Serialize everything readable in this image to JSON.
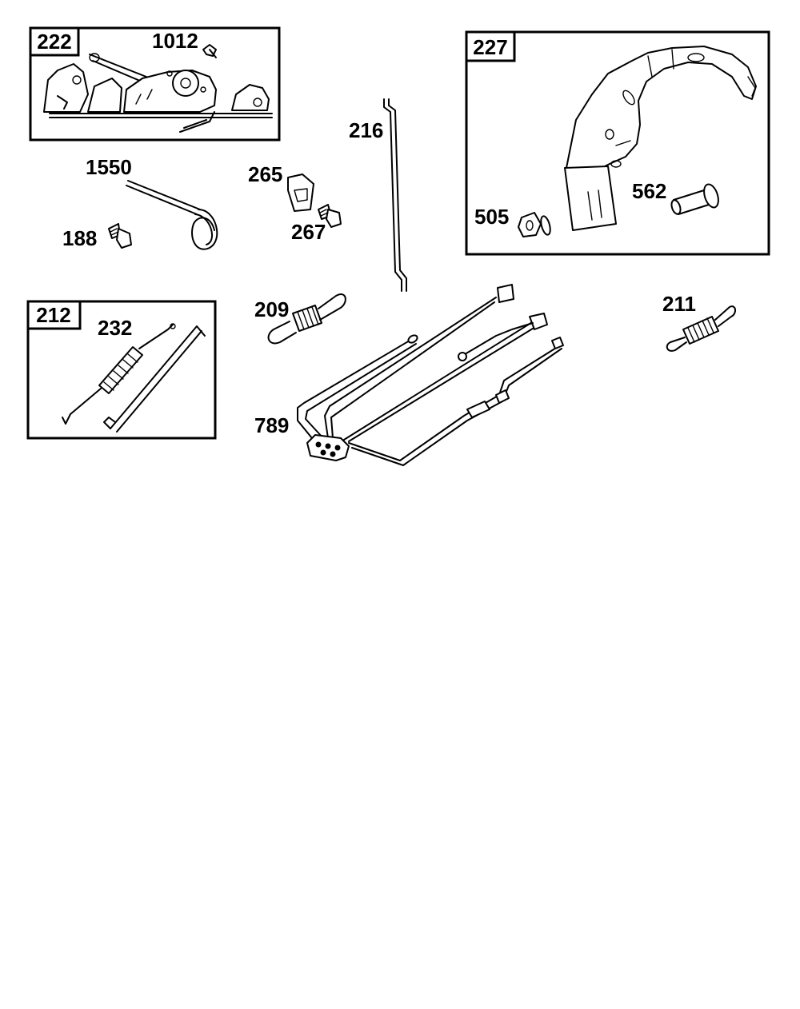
{
  "boxes": {
    "b222": "222",
    "b227": "227",
    "b212": "212"
  },
  "labels": {
    "l1012": "1012",
    "l1550": "1550",
    "l188": "188",
    "l265": "265",
    "l267": "267",
    "l216": "216",
    "l505": "505",
    "l562": "562",
    "l209": "209",
    "l211": "211",
    "l232": "232",
    "l789": "789"
  }
}
